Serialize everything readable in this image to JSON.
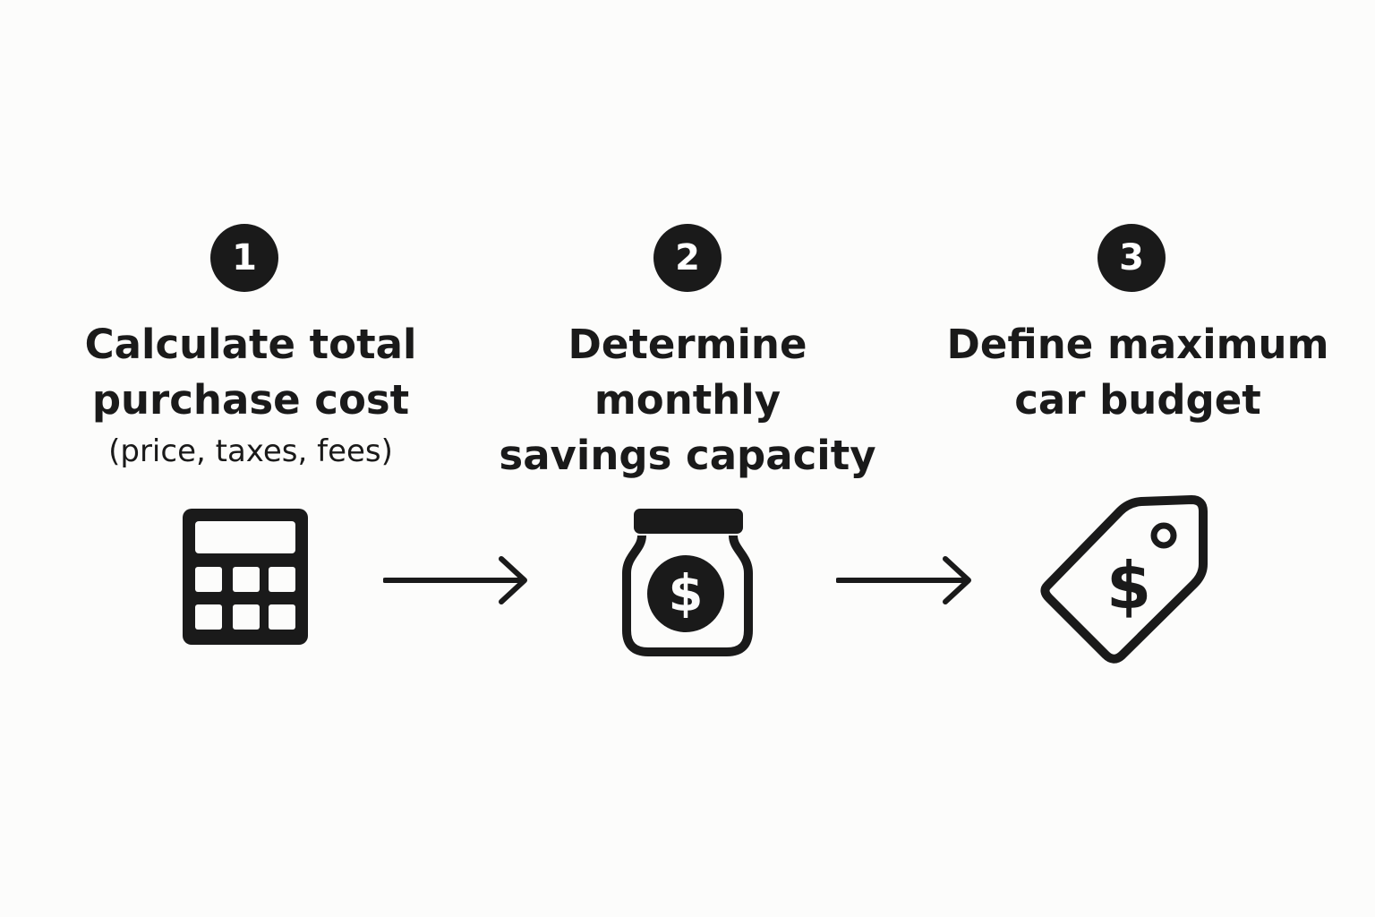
{
  "colors": {
    "background": "#fcfcfb",
    "ink": "#1a1a1a",
    "badge_text": "#ffffff"
  },
  "steps": [
    {
      "number": "1",
      "title_lines": [
        "Calculate total",
        "purchase cost"
      ],
      "subtitle": "(price, taxes, fees)",
      "icon": "calculator-icon"
    },
    {
      "number": "2",
      "title_lines": [
        "Determine",
        "monthly",
        "savings capacity"
      ],
      "subtitle": "",
      "icon": "money-jar-icon"
    },
    {
      "number": "3",
      "title_lines": [
        "Define maximum",
        "car budget"
      ],
      "subtitle": "",
      "icon": "price-tag-icon"
    }
  ],
  "arrows": [
    {
      "from": "1",
      "to": "2",
      "icon": "arrow-right-icon"
    },
    {
      "from": "2",
      "to": "3",
      "icon": "arrow-right-icon"
    }
  ],
  "icon_glyphs": {
    "currency_symbol": "$"
  }
}
